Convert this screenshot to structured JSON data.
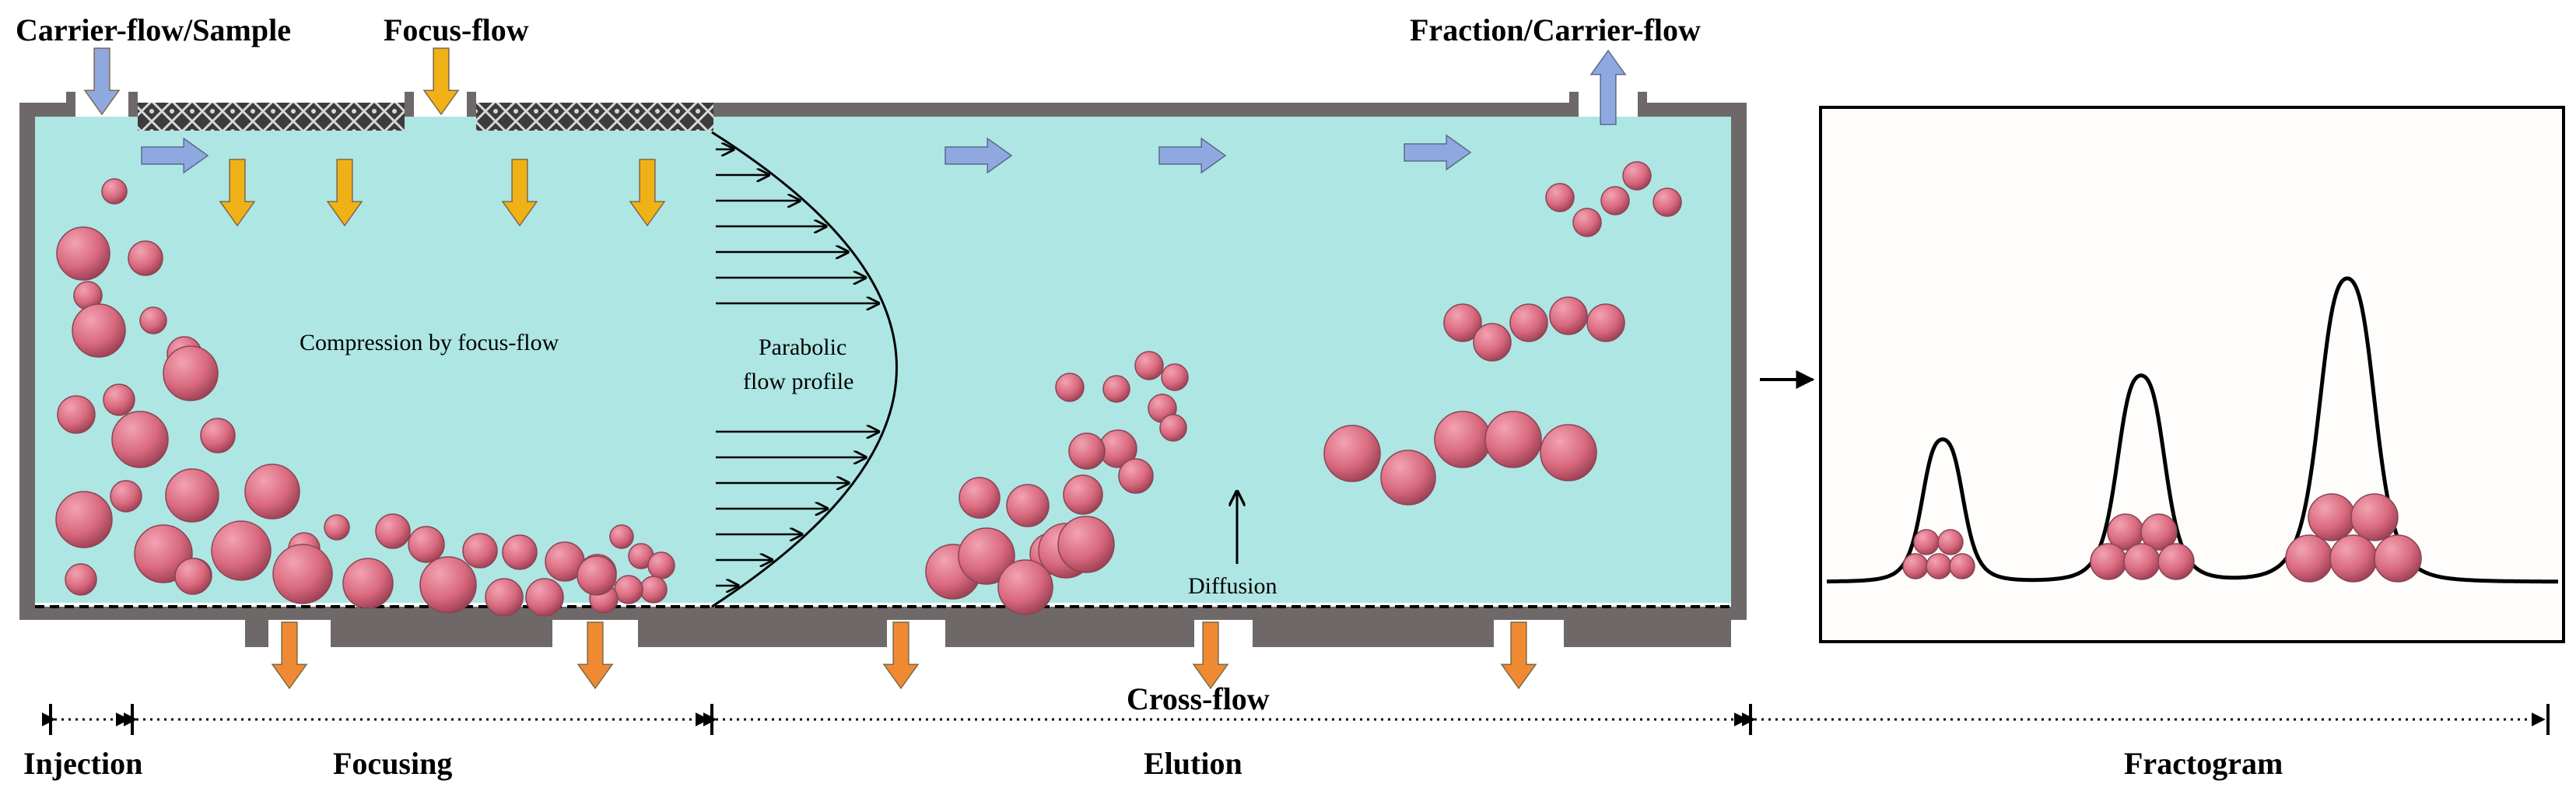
{
  "labels": {
    "carrier_sample": "Carrier-flow/Sample",
    "focus_flow": "Focus-flow",
    "fraction_carrier": "Fraction/Carrier-flow",
    "compression": "Compression by focus-flow",
    "parabolic_1": "Parabolic",
    "parabolic_2": "flow profile",
    "diffusion": "Diffusion",
    "cross_flow": "Cross-flow"
  },
  "stages": {
    "injection": "Injection",
    "focusing": "Focusing",
    "elution": "Elution",
    "fractogram": "Fractogram"
  },
  "colors": {
    "channel_fill": "#aee6e3",
    "wall": "#6e6968",
    "particle": "#d9697e",
    "carrier_arrow": "#8fa9e0",
    "focus_arrow": "#f0b117",
    "cross_arrow": "#ef8a32"
  }
}
